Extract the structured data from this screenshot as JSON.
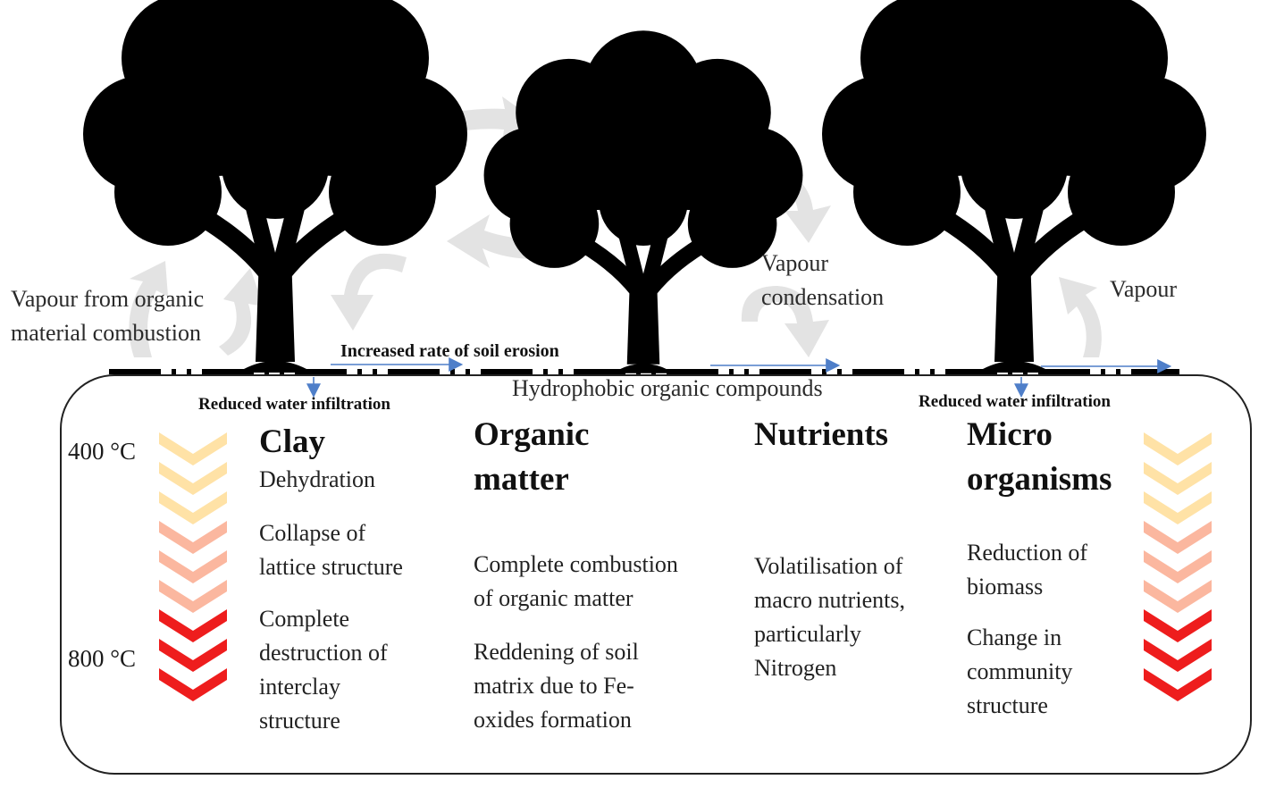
{
  "labels": {
    "vapour_combustion": "Vapour from organic\nmaterial  combustion",
    "soil_erosion": "Increased rate of soil  erosion",
    "hydrophobic": "Hydrophobic  organic  compounds",
    "vapour_condensation": "Vapour\ncondensation",
    "vapour": "Vapour",
    "infiltration_left": "Reduced water infiltration",
    "infiltration_right": "Reduced water infiltration"
  },
  "temperature": {
    "low": "400 °C",
    "high": "800 °C"
  },
  "colors": {
    "chevron_low": "#FFE2A6",
    "chevron_mid": "#FBB79F",
    "chevron_high": "#EE1D1D",
    "tree": "#000000",
    "swirl_arrow": "#E3E3E3",
    "flow_arrow": "#4F7FC9"
  },
  "columns": [
    {
      "heading": "Clay",
      "subheading": "Dehydration",
      "effects": [
        "Collapse  of\nlattice  structure",
        "Complete\ndestruction  of\ninterclay\nstructure"
      ]
    },
    {
      "heading": "Organic\nmatter",
      "effects": [
        "Complete combustion\nof organic  matter",
        "Reddening of soil\nmatrix due to Fe-\noxides  formation"
      ]
    },
    {
      "heading": "Nutrients",
      "effects": [
        "Volatilisation  of\nmacro nutrients,\nparticularly\nNitrogen"
      ]
    },
    {
      "heading": "Micro\norganisms",
      "effects": [
        "Reduction of\nbiomass",
        "Change in\ncommunity\nstructure"
      ]
    }
  ]
}
